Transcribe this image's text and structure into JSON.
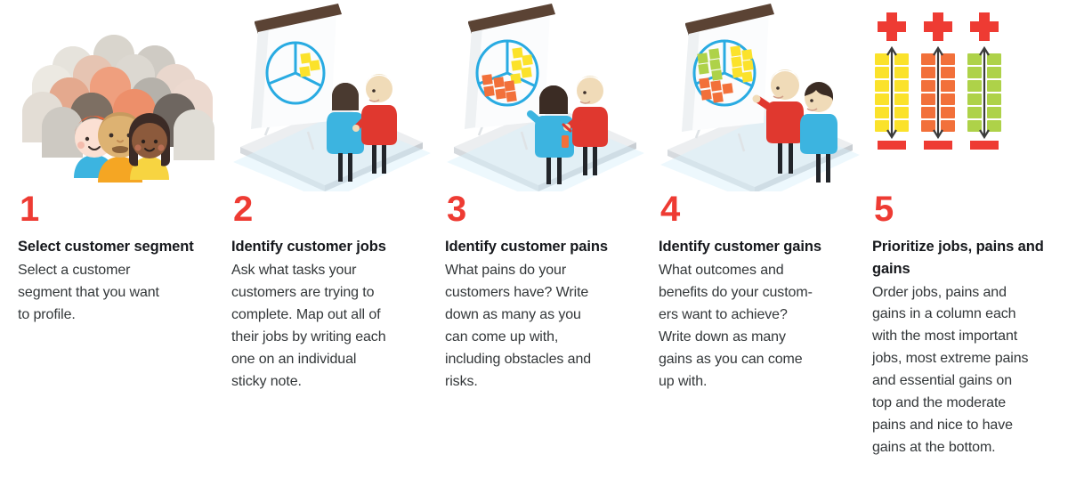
{
  "palette": {
    "accent_red": "#ee3b33",
    "heading": "#16181c",
    "body": "#333739",
    "chart_blue": "#29abe2",
    "note_yellow": "#fbe22b",
    "note_orange": "#f2703a",
    "note_green": "#aed249",
    "easel_wood": "#5b4334",
    "platform": "#eceef0",
    "shirt_blue": "#3cb4e0",
    "shirt_red": "#e0382f",
    "shirt_orange": "#f5a623",
    "shirt_yellow": "#f7d441",
    "background": "#ffffff"
  },
  "steps": [
    {
      "number": "1",
      "heading_lines": [
        "Select customer",
        "segment"
      ],
      "heading": "Select customer segment",
      "body_lines": [
        "Select a customer",
        "segment that you want",
        "to profile."
      ],
      "body": "Select a customer segment that you want to profile.",
      "illustration": "crowd-of-people"
    },
    {
      "number": "2",
      "heading_lines": [
        "Identify customer jobs"
      ],
      "heading": "Identify customer jobs",
      "body_lines": [
        "Ask what tasks your",
        "customers are trying to",
        "complete. Map out all of",
        "their jobs by writing each",
        "one on an individual",
        "sticky note."
      ],
      "body": "Ask what tasks your customers are trying to complete. Map out all of their jobs by writing each one on an individual sticky note.",
      "illustration": "flipchart-jobs"
    },
    {
      "number": "3",
      "heading_lines": [
        "Identify customer pains"
      ],
      "heading": "Identify customer pains",
      "body_lines": [
        "What pains do your",
        "customers have? Write",
        "down as many as you",
        "can come up with,",
        "including obstacles and",
        "risks."
      ],
      "body": "What pains do your customers have? Write down as many as you can come up with, including obstacles and risks.",
      "illustration": "flipchart-pains"
    },
    {
      "number": "4",
      "heading_lines": [
        "Identify customer gains"
      ],
      "heading": "Identify customer gains",
      "body_lines": [
        "What outcomes and",
        "benefits do your custom-",
        "ers want to achieve?",
        "Write down as many",
        "gains as you can come",
        "up with."
      ],
      "body": "What outcomes and benefits do your customers want to achieve? Write down as many gains as you can come up with.",
      "illustration": "flipchart-gains"
    },
    {
      "number": "5",
      "heading_lines": [
        "Prioritize jobs, pains",
        "and gains"
      ],
      "heading": "Prioritize jobs, pains and gains",
      "body_lines": [
        "Order jobs, pains and",
        "gains in a column each",
        "with the most important",
        "jobs, most extreme pains",
        "and essential gains on",
        "top and the moderate",
        "pains and nice to have",
        "gains at the bottom."
      ],
      "body": "Order jobs, pains and gains in a column each with the most important jobs, most extreme pains and essential gains on top and the moderate pains and nice to have gains at the bottom.",
      "illustration": "priority-columns"
    }
  ],
  "illustrations": {
    "crowd": {
      "name": "crowd-of-people",
      "front_figures": [
        {
          "label": "red-haired-person",
          "hair": "#e8643a",
          "skin": "#fbe0d3",
          "shirt": "#3cb4e0"
        },
        {
          "label": "mustached-person",
          "hair": "#d9b37a",
          "skin": "#ddb272",
          "shirt": "#f5a623"
        },
        {
          "label": "dark-haired-person",
          "hair": "#3c2b26",
          "skin": "#8c5a3c",
          "shirt": "#f7d441"
        }
      ],
      "background_silhouette_count": 18
    },
    "flipchart": {
      "name": "flipchart-scene",
      "pie_segments": 3,
      "pie_color": "#29abe2"
    },
    "priority": {
      "name": "priority-columns",
      "columns": [
        {
          "label": "jobs-column",
          "color": "#fbe22b",
          "note_rows": 6
        },
        {
          "label": "pains-column",
          "color": "#f2703a",
          "note_rows": 6
        },
        {
          "label": "gains-column",
          "color": "#aed249",
          "note_rows": 6
        }
      ],
      "top_symbol": "plus",
      "bottom_symbol": "minus",
      "symbol_color": "#ee3b33"
    }
  }
}
